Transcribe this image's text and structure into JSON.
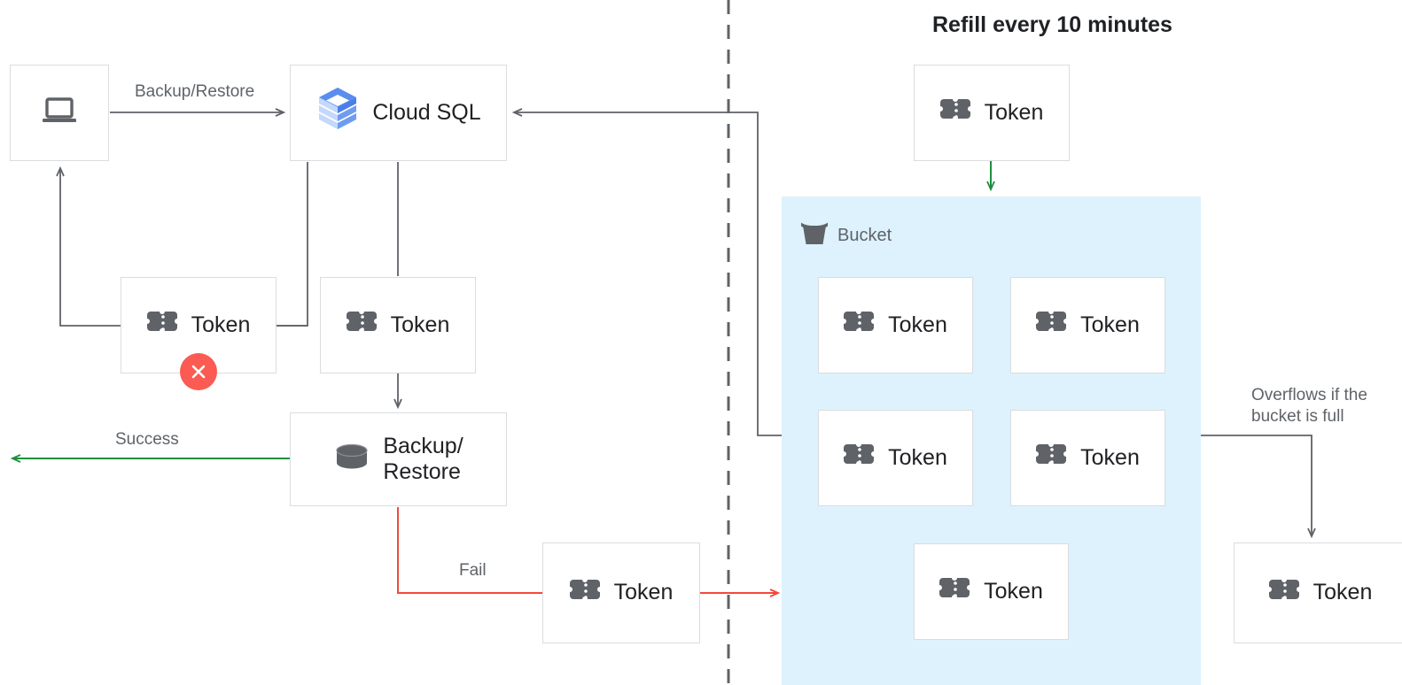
{
  "title": "Refill every 10 minutes",
  "colors": {
    "box_border": "#dadce0",
    "line_gray": "#5f6368",
    "line_green": "#1e8e3e",
    "line_red": "#f4483b",
    "bucket_bg": "#ddf2fd",
    "error_badge": "#fb5b52",
    "text_dark": "#202124",
    "text_muted": "#5f6368",
    "cloudsql_blue": "#5b8def"
  },
  "nodes": {
    "client": {
      "label": "",
      "icon": "laptop-icon"
    },
    "cloud_sql": {
      "label": "Cloud SQL",
      "icon": "cloud-sql-icon"
    },
    "token_fail_left": {
      "label": "Token",
      "icon": "token-icon",
      "badge": "error-x-badge"
    },
    "token_mid": {
      "label": "Token",
      "icon": "token-icon"
    },
    "backup_restore": {
      "label": "Backup/\nRestore",
      "icon": "database-icon"
    },
    "token_fail_out": {
      "label": "Token",
      "icon": "token-icon"
    },
    "token_refill": {
      "label": "Token",
      "icon": "token-icon"
    },
    "token_overflow": {
      "label": "Token",
      "icon": "token-icon"
    }
  },
  "bucket": {
    "title": "Bucket",
    "icon": "bucket-icon",
    "tokens": [
      {
        "label": "Token"
      },
      {
        "label": "Token"
      },
      {
        "label": "Token"
      },
      {
        "label": "Token"
      },
      {
        "label": "Token"
      }
    ]
  },
  "edges": {
    "backup_restore": "Backup/Restore",
    "success": "Success",
    "fail": "Fail",
    "overflow": "Overflows if the\nbucket is full"
  }
}
